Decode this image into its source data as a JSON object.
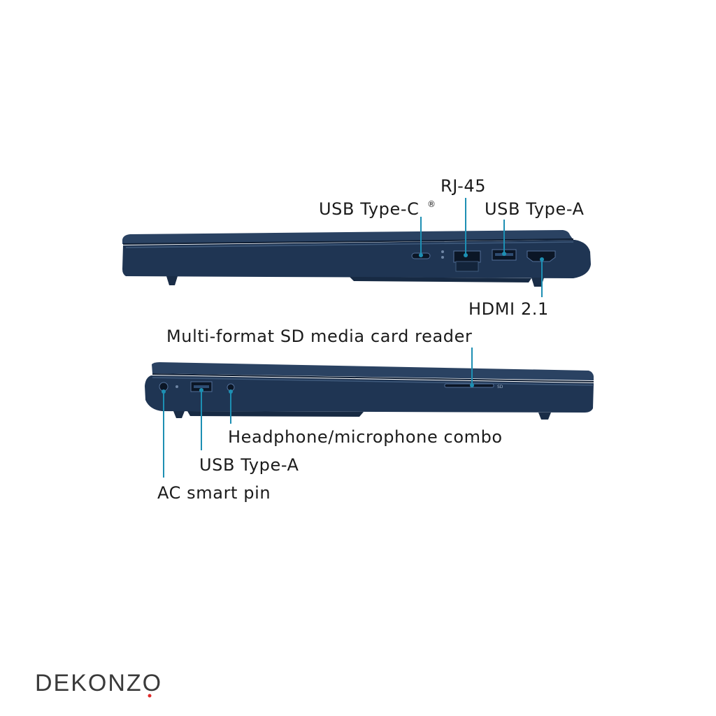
{
  "right_side": {
    "labels": {
      "usb_c": "USB Type-C",
      "usb_c_mark": "®",
      "rj45": "RJ-45",
      "usb_a": "USB Type-A",
      "hdmi": "HDMI 2.1"
    }
  },
  "left_side": {
    "labels": {
      "sd_reader": "Multi-format SD media card reader",
      "sd_port_text": "SD",
      "audio_combo": "Headphone/microphone combo",
      "usb_a": "USB Type-A",
      "ac_pin": "AC smart pin"
    }
  },
  "brand": {
    "logo_text": "DEKONZO"
  },
  "colors": {
    "body_navy": "#1f3553",
    "edge_highlight": "#3f5a7c",
    "callout": "#1d8fb3",
    "text": "#1b1b1b"
  }
}
